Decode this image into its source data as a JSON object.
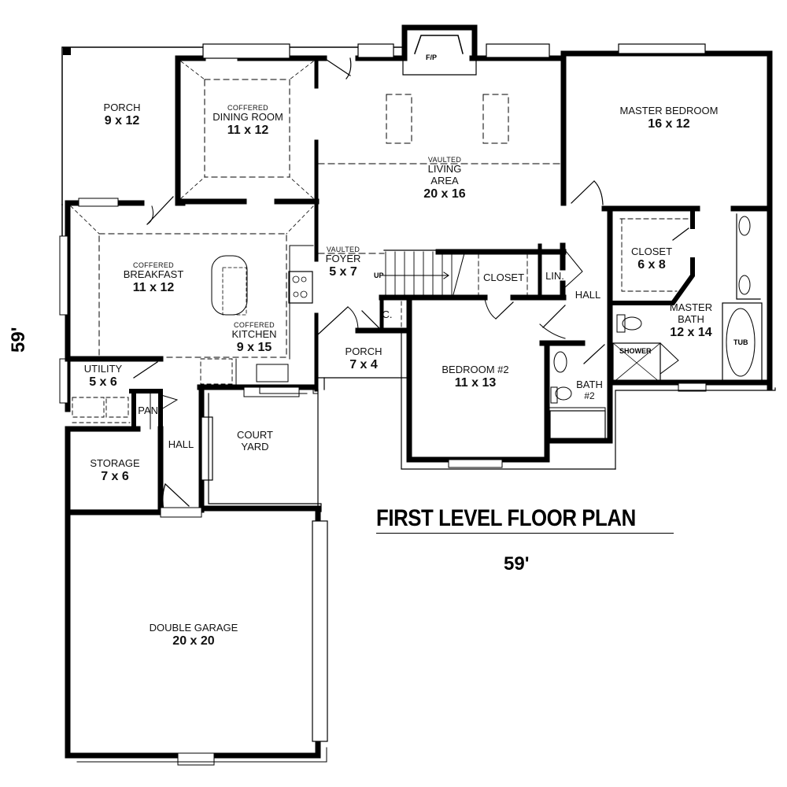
{
  "plan": {
    "title": "FIRST LEVEL FLOOR PLAN",
    "width_dim": "59'",
    "depth_dim": "59'"
  },
  "rooms": {
    "porch_front": {
      "name": "PORCH",
      "size": "9 x 12"
    },
    "dining": {
      "qualifier": "COFFERED",
      "name": "DINING ROOM",
      "size": "11 x 12"
    },
    "living": {
      "qualifier": "VAULTED",
      "name": "LIVING",
      "name2": "AREA",
      "size": "20 x 16"
    },
    "master_bedroom": {
      "name": "MASTER BEDROOM",
      "size": "16 x 12"
    },
    "breakfast": {
      "qualifier": "COFFERED",
      "name": "BREAKFAST",
      "size": "11 x 12"
    },
    "kitchen": {
      "qualifier": "COFFERED",
      "name": "KITCHEN",
      "size": "9 x 15"
    },
    "foyer": {
      "qualifier": "VAULTED",
      "name": "FOYER",
      "size": "5 x 7"
    },
    "stair_closet": {
      "name": "CLOSET"
    },
    "linen": {
      "name": "LIN."
    },
    "hall_right": {
      "name": "HALL"
    },
    "master_closet": {
      "name": "CLOSET",
      "size": "6 x 8"
    },
    "master_bath": {
      "name": "MASTER",
      "name2": "BATH",
      "size": "12 x 14"
    },
    "tub": {
      "name": "TUB"
    },
    "shower": {
      "name": "SHOWER"
    },
    "coat_closet": {
      "name": "C."
    },
    "porch_entry": {
      "name": "PORCH",
      "size": "7 x 4"
    },
    "bedroom2": {
      "name": "BEDROOM #2",
      "size": "11 x 13"
    },
    "bath2": {
      "name": "BATH",
      "name2": "#2"
    },
    "utility": {
      "name": "UTILITY",
      "size": "5 x 6"
    },
    "pantry": {
      "name": "PAN."
    },
    "hall_left": {
      "name": "HALL"
    },
    "court_yard": {
      "name": "COURT",
      "name2": "YARD"
    },
    "storage": {
      "name": "STORAGE",
      "size": "7 x 6"
    },
    "garage": {
      "name": "DOUBLE GARAGE",
      "size": "20 x 20"
    }
  },
  "fixtures": {
    "fireplace": "F/P",
    "stair_up": "UP"
  }
}
